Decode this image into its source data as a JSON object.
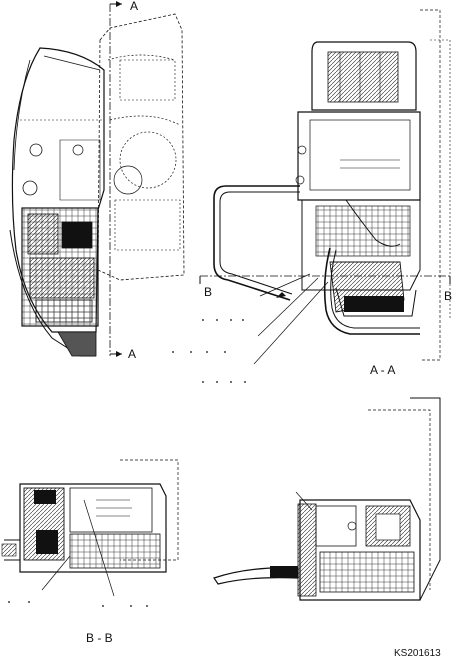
{
  "labels": {
    "section_a_top": "A",
    "section_a_bottom": "A",
    "section_b_left": "B",
    "section_b_right": "B",
    "view_aa": "A - A",
    "view_bb": "B - B",
    "figure_id": "KS201613"
  }
}
